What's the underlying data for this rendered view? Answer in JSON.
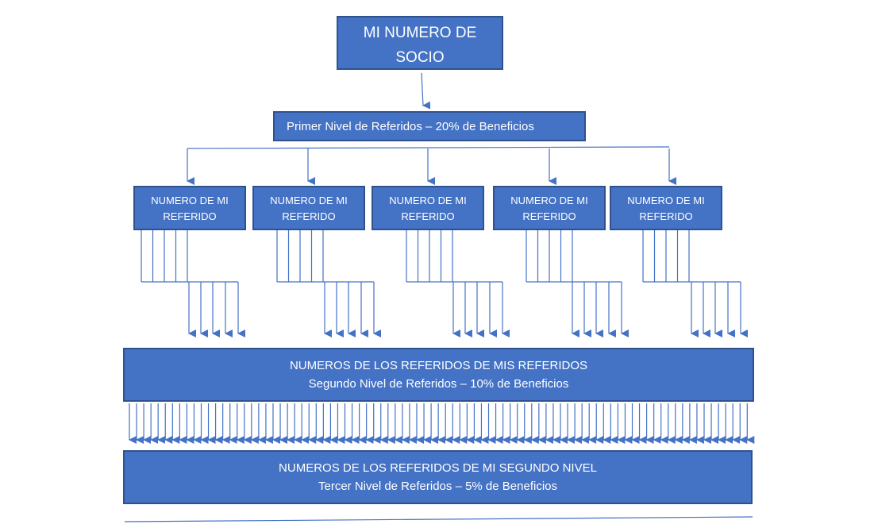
{
  "root": {
    "line1": "MI NUMERO DE",
    "line2": "SOCIO"
  },
  "level1": {
    "label": "Primer Nivel de Referidos – 20% de Beneficios"
  },
  "referrals": [
    {
      "line1": "NUMERO DE MI",
      "line2": "REFERIDO"
    },
    {
      "line1": "NUMERO DE MI",
      "line2": "REFERIDO"
    },
    {
      "line1": "NUMERO DE MI",
      "line2": "REFERIDO"
    },
    {
      "line1": "NUMERO DE MI",
      "line2": "REFERIDO"
    },
    {
      "line1": "NUMERO DE MI",
      "line2": "REFERIDO"
    }
  ],
  "level2": {
    "title": "NUMEROS DE LOS REFERIDOS DE MIS REFERIDOS",
    "label": "Segundo Nivel de Referidos – 10% de Beneficios"
  },
  "level3": {
    "title": "NUMEROS DE LOS REFERIDOS DE MI SEGUNDO NIVEL",
    "label_prefix": "Tercer Nivel de Referidos ",
    "label_dash": "–",
    "label_gap": " ",
    "label_pct": "5%",
    "label_suffix": " de Beneficios"
  },
  "colors": {
    "box_fill": "#4472c4",
    "box_border": "#2f528f",
    "line": "#4472c4"
  }
}
